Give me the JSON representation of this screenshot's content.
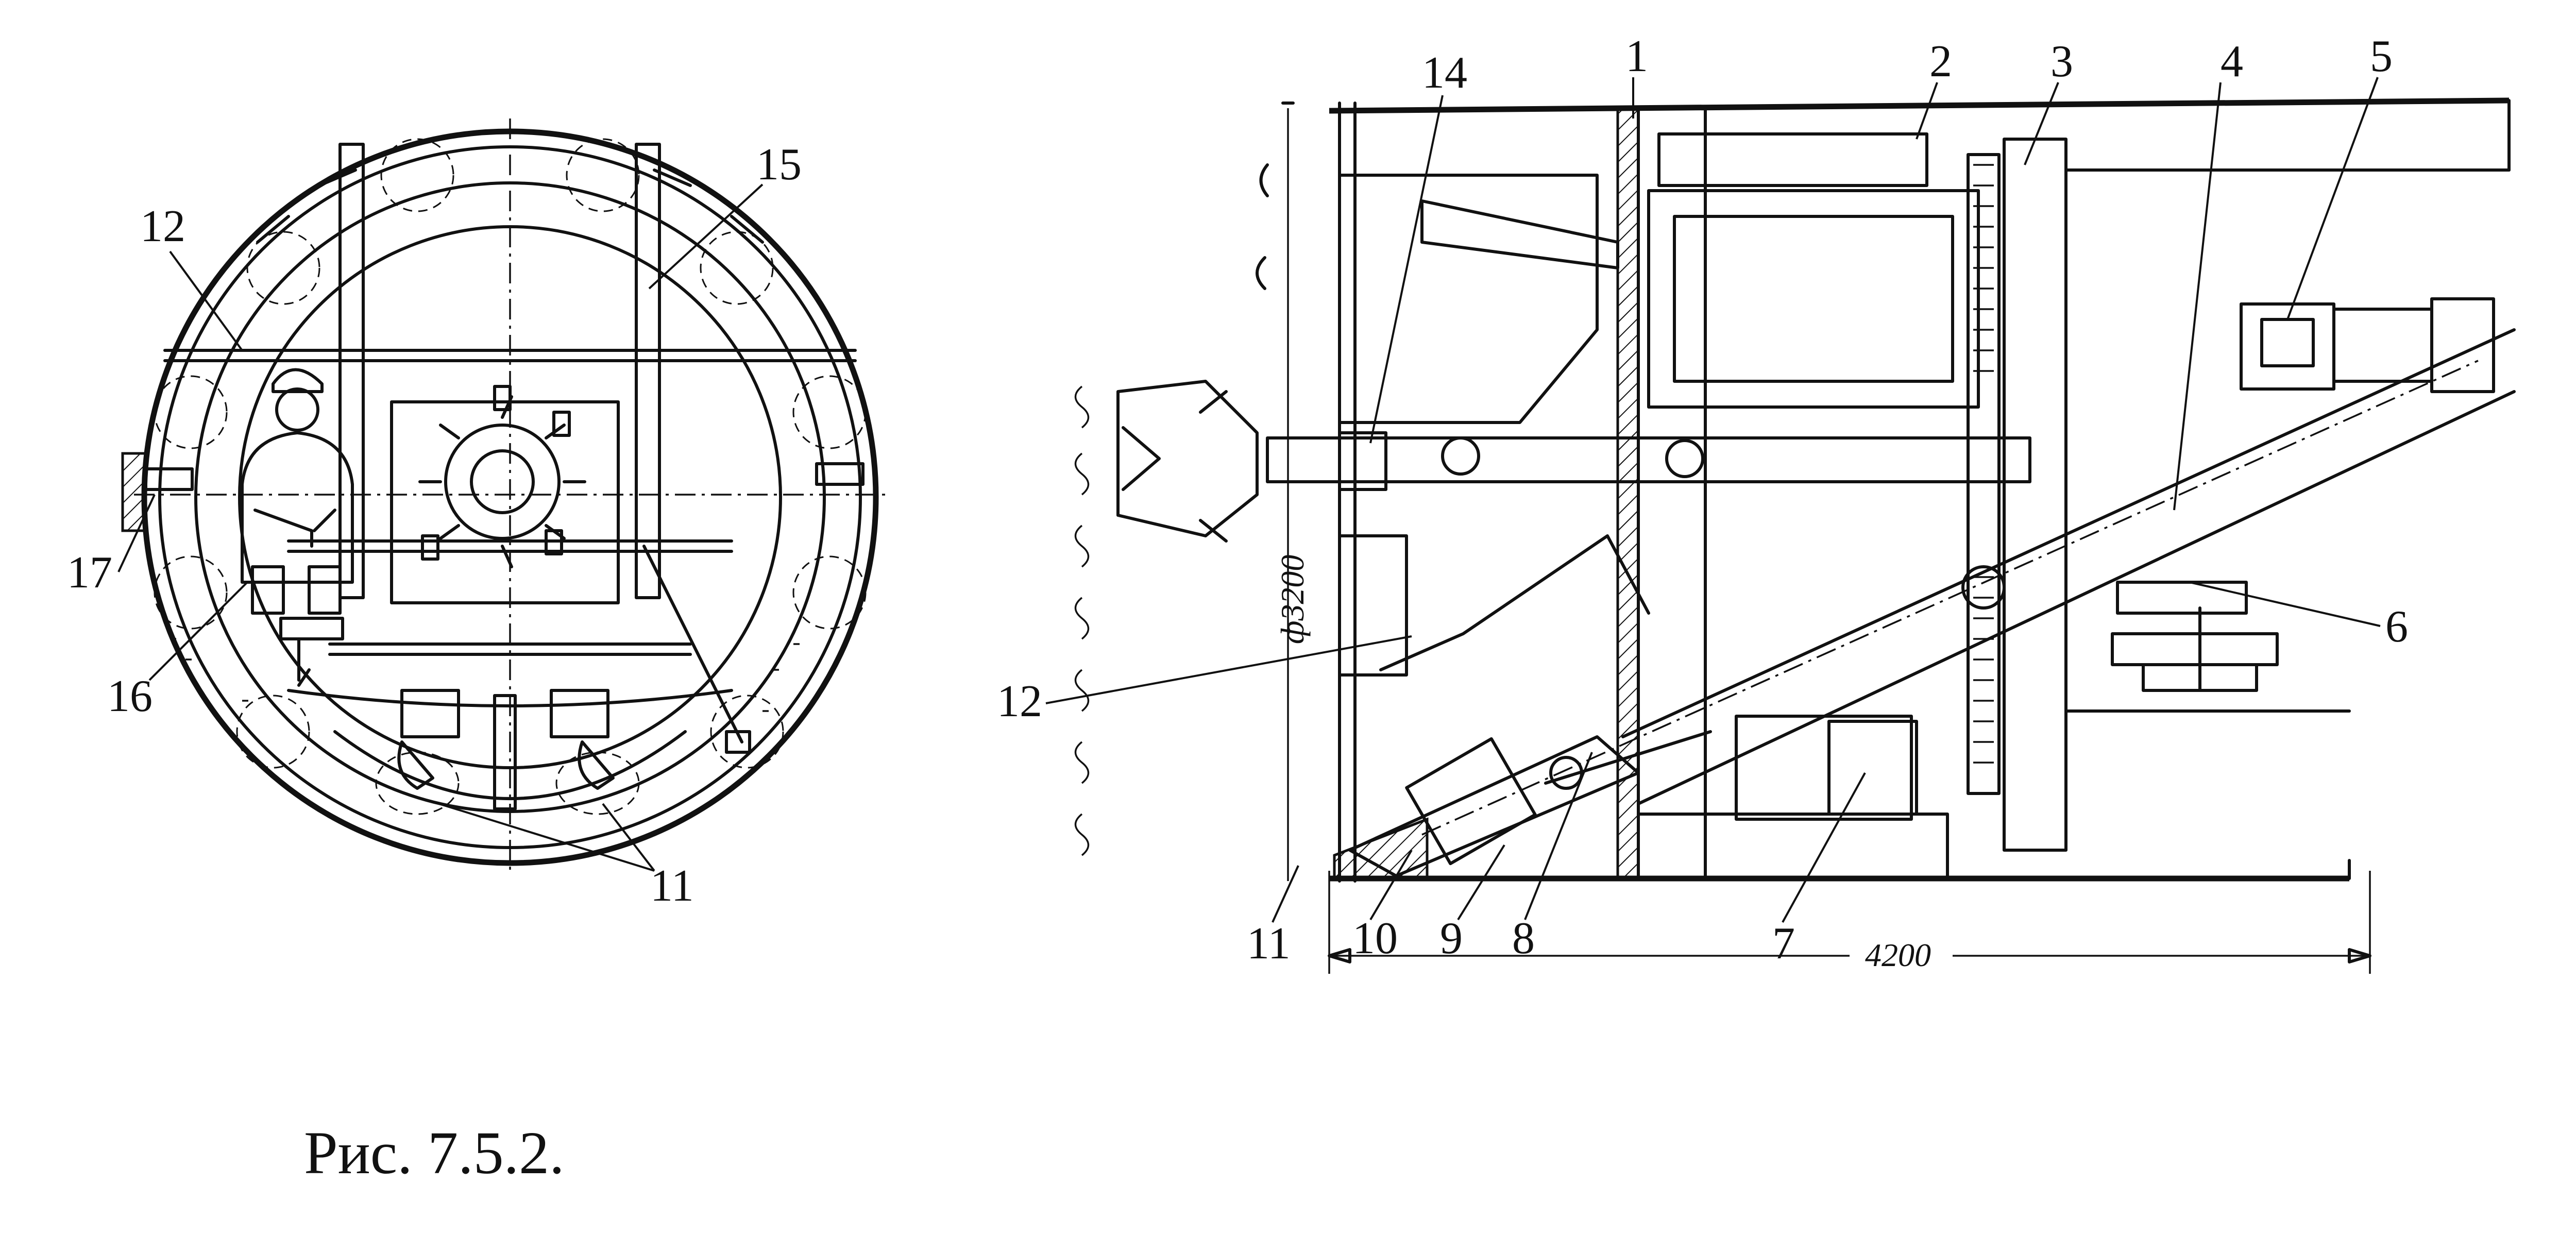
{
  "figure": {
    "caption": "Рис. 7.5.2.",
    "dimensions": {
      "diameter": "ф3200",
      "length": "4200"
    },
    "front_view_labels": [
      "12",
      "15",
      "17",
      "16",
      "11"
    ],
    "side_view_labels": [
      "1",
      "2",
      "3",
      "4",
      "5",
      "14",
      "6",
      "12",
      "7",
      "8",
      "9",
      "10",
      "11"
    ]
  }
}
